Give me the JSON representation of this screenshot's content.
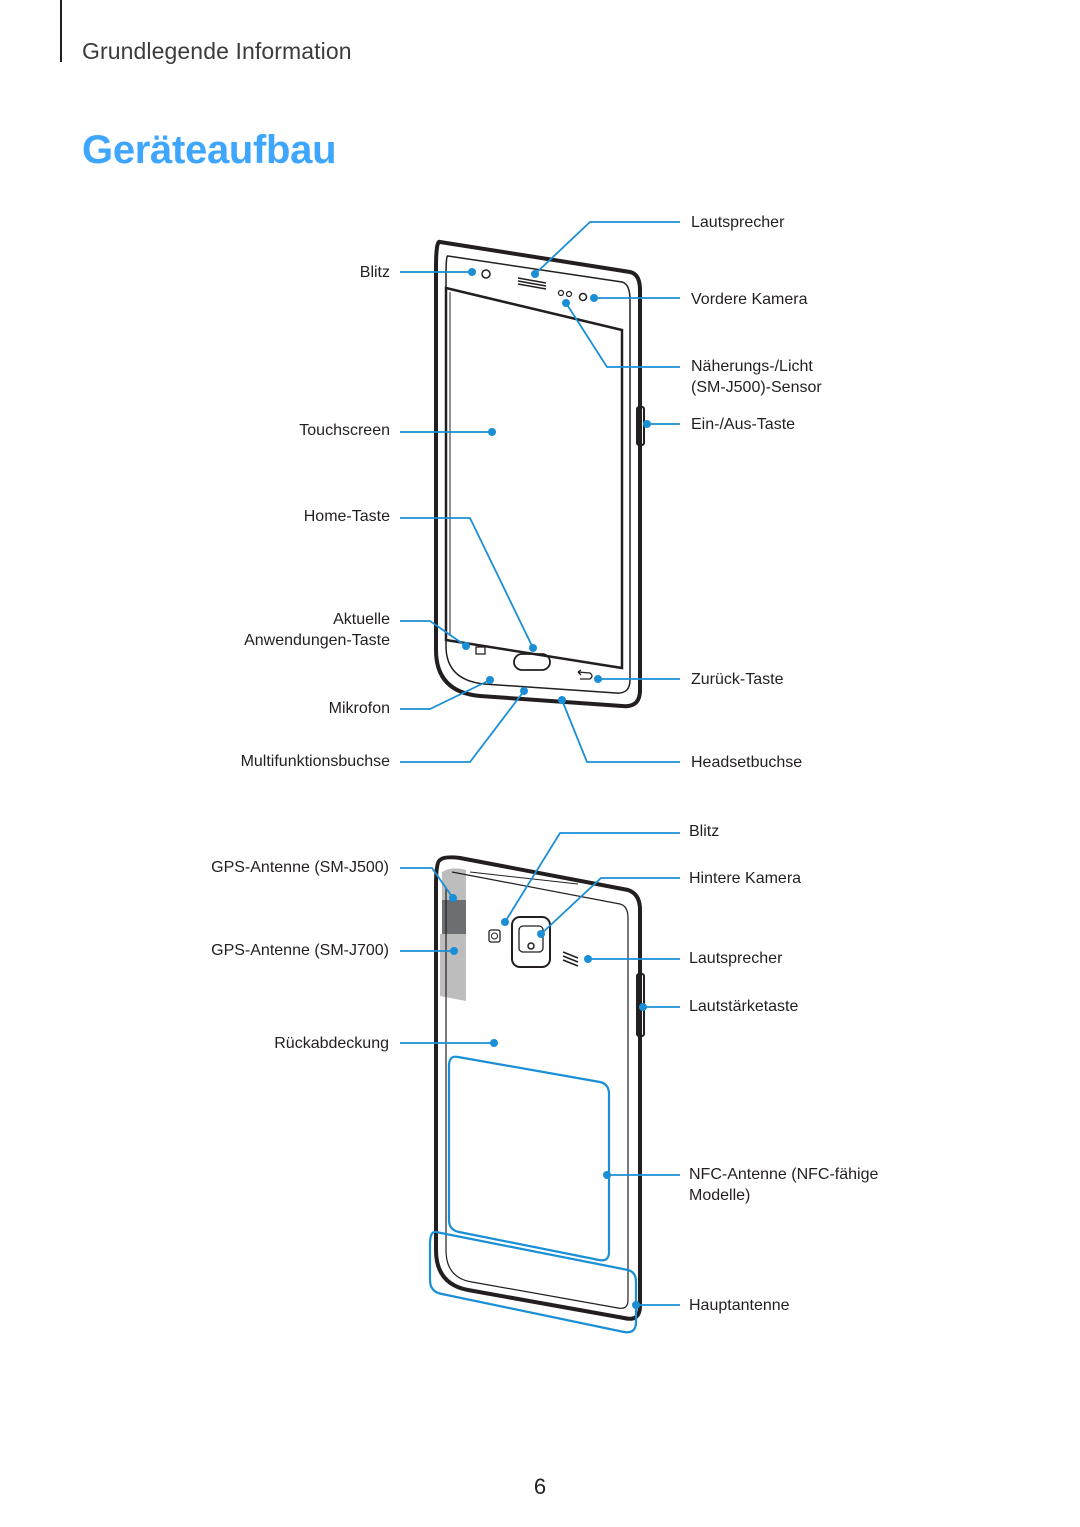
{
  "header": {
    "section": "Grundlegende Information"
  },
  "title": "Geräteaufbau",
  "front_labels": {
    "blitz": "Blitz",
    "touchscreen": "Touchscreen",
    "home": "Home-Taste",
    "recent_1": "Aktuelle",
    "recent_2": "Anwendungen-Taste",
    "mikrofon": "Mikrofon",
    "multi": "Multifunktionsbuchse",
    "lautsprecher": "Lautsprecher",
    "vordere_kamera": "Vordere Kamera",
    "sensor_1": "Näherungs-/Licht",
    "sensor_2": "(SM-J500)-Sensor",
    "ein_aus": "Ein-/Aus-Taste",
    "zurueck": "Zurück-Taste",
    "headset": "Headsetbuchse"
  },
  "back_labels": {
    "gps_j500": "GPS-Antenne (SM-J500)",
    "gps_j700": "GPS-Antenne (SM-J700)",
    "rueckabdeckung": "Rückabdeckung",
    "blitz": "Blitz",
    "hintere_kamera": "Hintere Kamera",
    "lautsprecher": "Lautsprecher",
    "lautstaerke": "Lautstärketaste",
    "nfc_1": "NFC-Antenne (NFC-fähige",
    "nfc_2": "Modelle)",
    "hauptantenne": "Hauptantenne"
  },
  "page_number": "6",
  "colors": {
    "accent": "#3ea6ff",
    "callout": "#1a8fd6",
    "text": "#231f20"
  }
}
